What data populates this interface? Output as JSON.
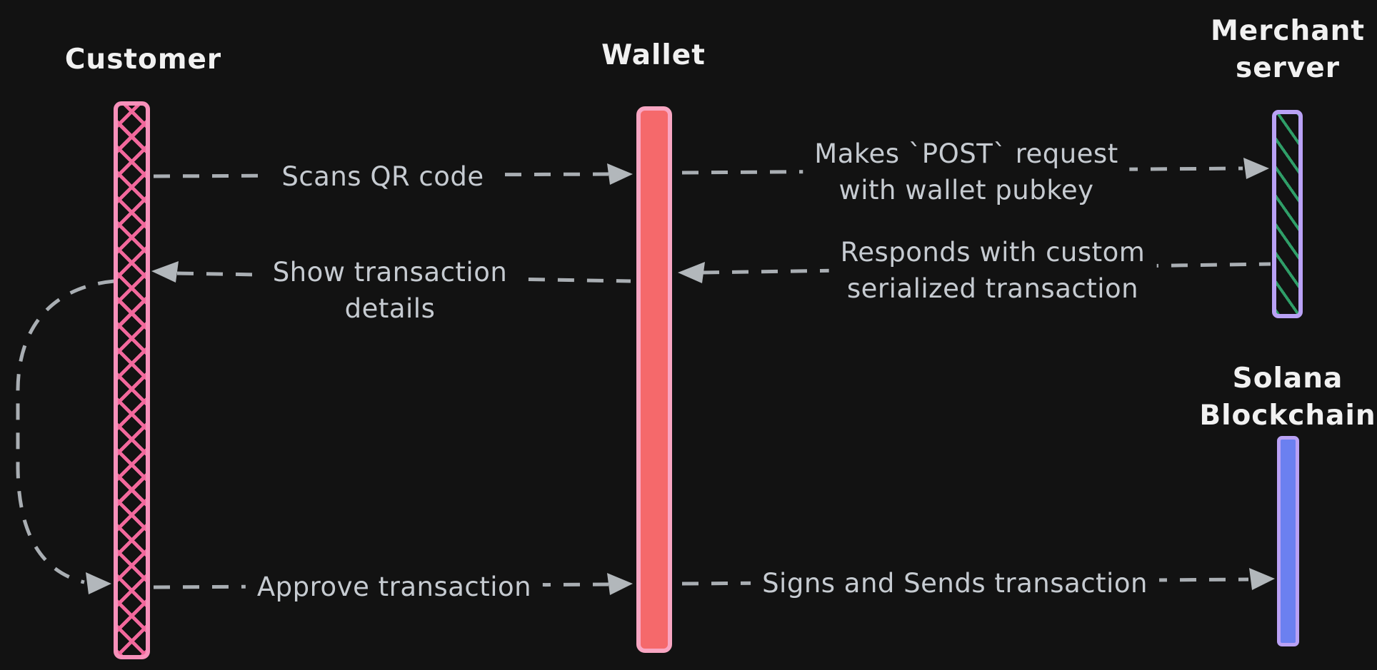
{
  "diagram": {
    "kind": "sequence-diagram",
    "theme": "dark-hand-drawn",
    "background": "#121212"
  },
  "actors": [
    {
      "id": "customer",
      "lines": [
        "Customer"
      ],
      "style": {
        "outline": "#f790ba",
        "pattern": "pink-crosshatch"
      }
    },
    {
      "id": "wallet",
      "lines": [
        "Wallet"
      ],
      "style": {
        "outline": "#f9a6c2",
        "fill": "#f5696b"
      }
    },
    {
      "id": "merchant-server",
      "lines": [
        "Merchant",
        "server"
      ],
      "style": {
        "outline": "#b9a1f5",
        "pattern": "green-diagonal-hatch",
        "hatch": "#2f9e68"
      }
    },
    {
      "id": "solana-blockchain",
      "lines": [
        "Solana",
        "Blockchain"
      ],
      "style": {
        "outline": "#b9a1f5",
        "fill": "#6b80f0"
      }
    }
  ],
  "messages": [
    {
      "id": "scans-qr",
      "from": "customer",
      "to": "wallet",
      "lines": [
        "Scans QR code"
      ]
    },
    {
      "id": "post-request",
      "from": "wallet",
      "to": "merchant-server",
      "lines": [
        "Makes `POST` request",
        "with wallet pubkey"
      ]
    },
    {
      "id": "responds",
      "from": "merchant-server",
      "to": "wallet",
      "lines": [
        "Responds with custom",
        "serialized transaction"
      ]
    },
    {
      "id": "show-details",
      "from": "wallet",
      "to": "customer",
      "lines": [
        "Show transaction",
        "details"
      ]
    },
    {
      "id": "self-loop",
      "from": "customer",
      "to": "customer",
      "lines": []
    },
    {
      "id": "approve",
      "from": "customer",
      "to": "wallet",
      "lines": [
        "Approve transaction"
      ]
    },
    {
      "id": "signs-sends",
      "from": "wallet",
      "to": "solana-blockchain",
      "lines": [
        "Signs and Sends transaction"
      ]
    }
  ],
  "colors": {
    "background": "#121212",
    "actor_text": "#f1f1f1",
    "message_text": "#c6cbd1",
    "arrow": "#a9aeb3",
    "customer_pink": "#f790ba",
    "customer_hatch": "#f2689c",
    "wallet_fill": "#f5696b",
    "wallet_outline": "#f9a6c2",
    "merchant_outline": "#b9a1f5",
    "merchant_hatch": "#2f9e68",
    "solana_fill": "#6b80f0",
    "solana_outline": "#b9a1f5"
  }
}
